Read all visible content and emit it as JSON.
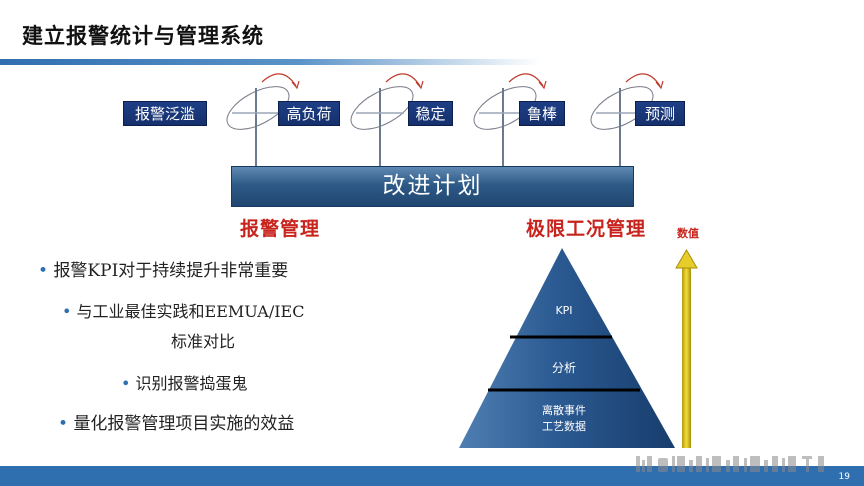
{
  "title": "建立报警统计与管理系统",
  "stages": [
    "报警泛滥",
    "高负荷",
    "稳定",
    "鲁棒",
    "预测"
  ],
  "plan_label": "改进计划",
  "section_left": "报警管理",
  "section_right": "极限工况管理",
  "bullets": {
    "b1": "报警KPI对于持续提升非常重要",
    "b2_line1": "与工业最佳实践和EEMUA/IEC",
    "b2_line2": "标准对比",
    "b3": "识别报警捣蛋鬼",
    "b4": "量化报警管理项目实施的效益"
  },
  "pyramid": {
    "top": "KPI",
    "middle": "分析",
    "bottom_line1": "离散事件",
    "bottom_line2": "工艺数据"
  },
  "axis_label": "数值",
  "page_number": "19",
  "colors": {
    "accent_blue": "#2f6fb0",
    "stage_navy": "#1e3f86",
    "heading_red": "#c8231c",
    "arrow_gold": "#d9c21a"
  }
}
